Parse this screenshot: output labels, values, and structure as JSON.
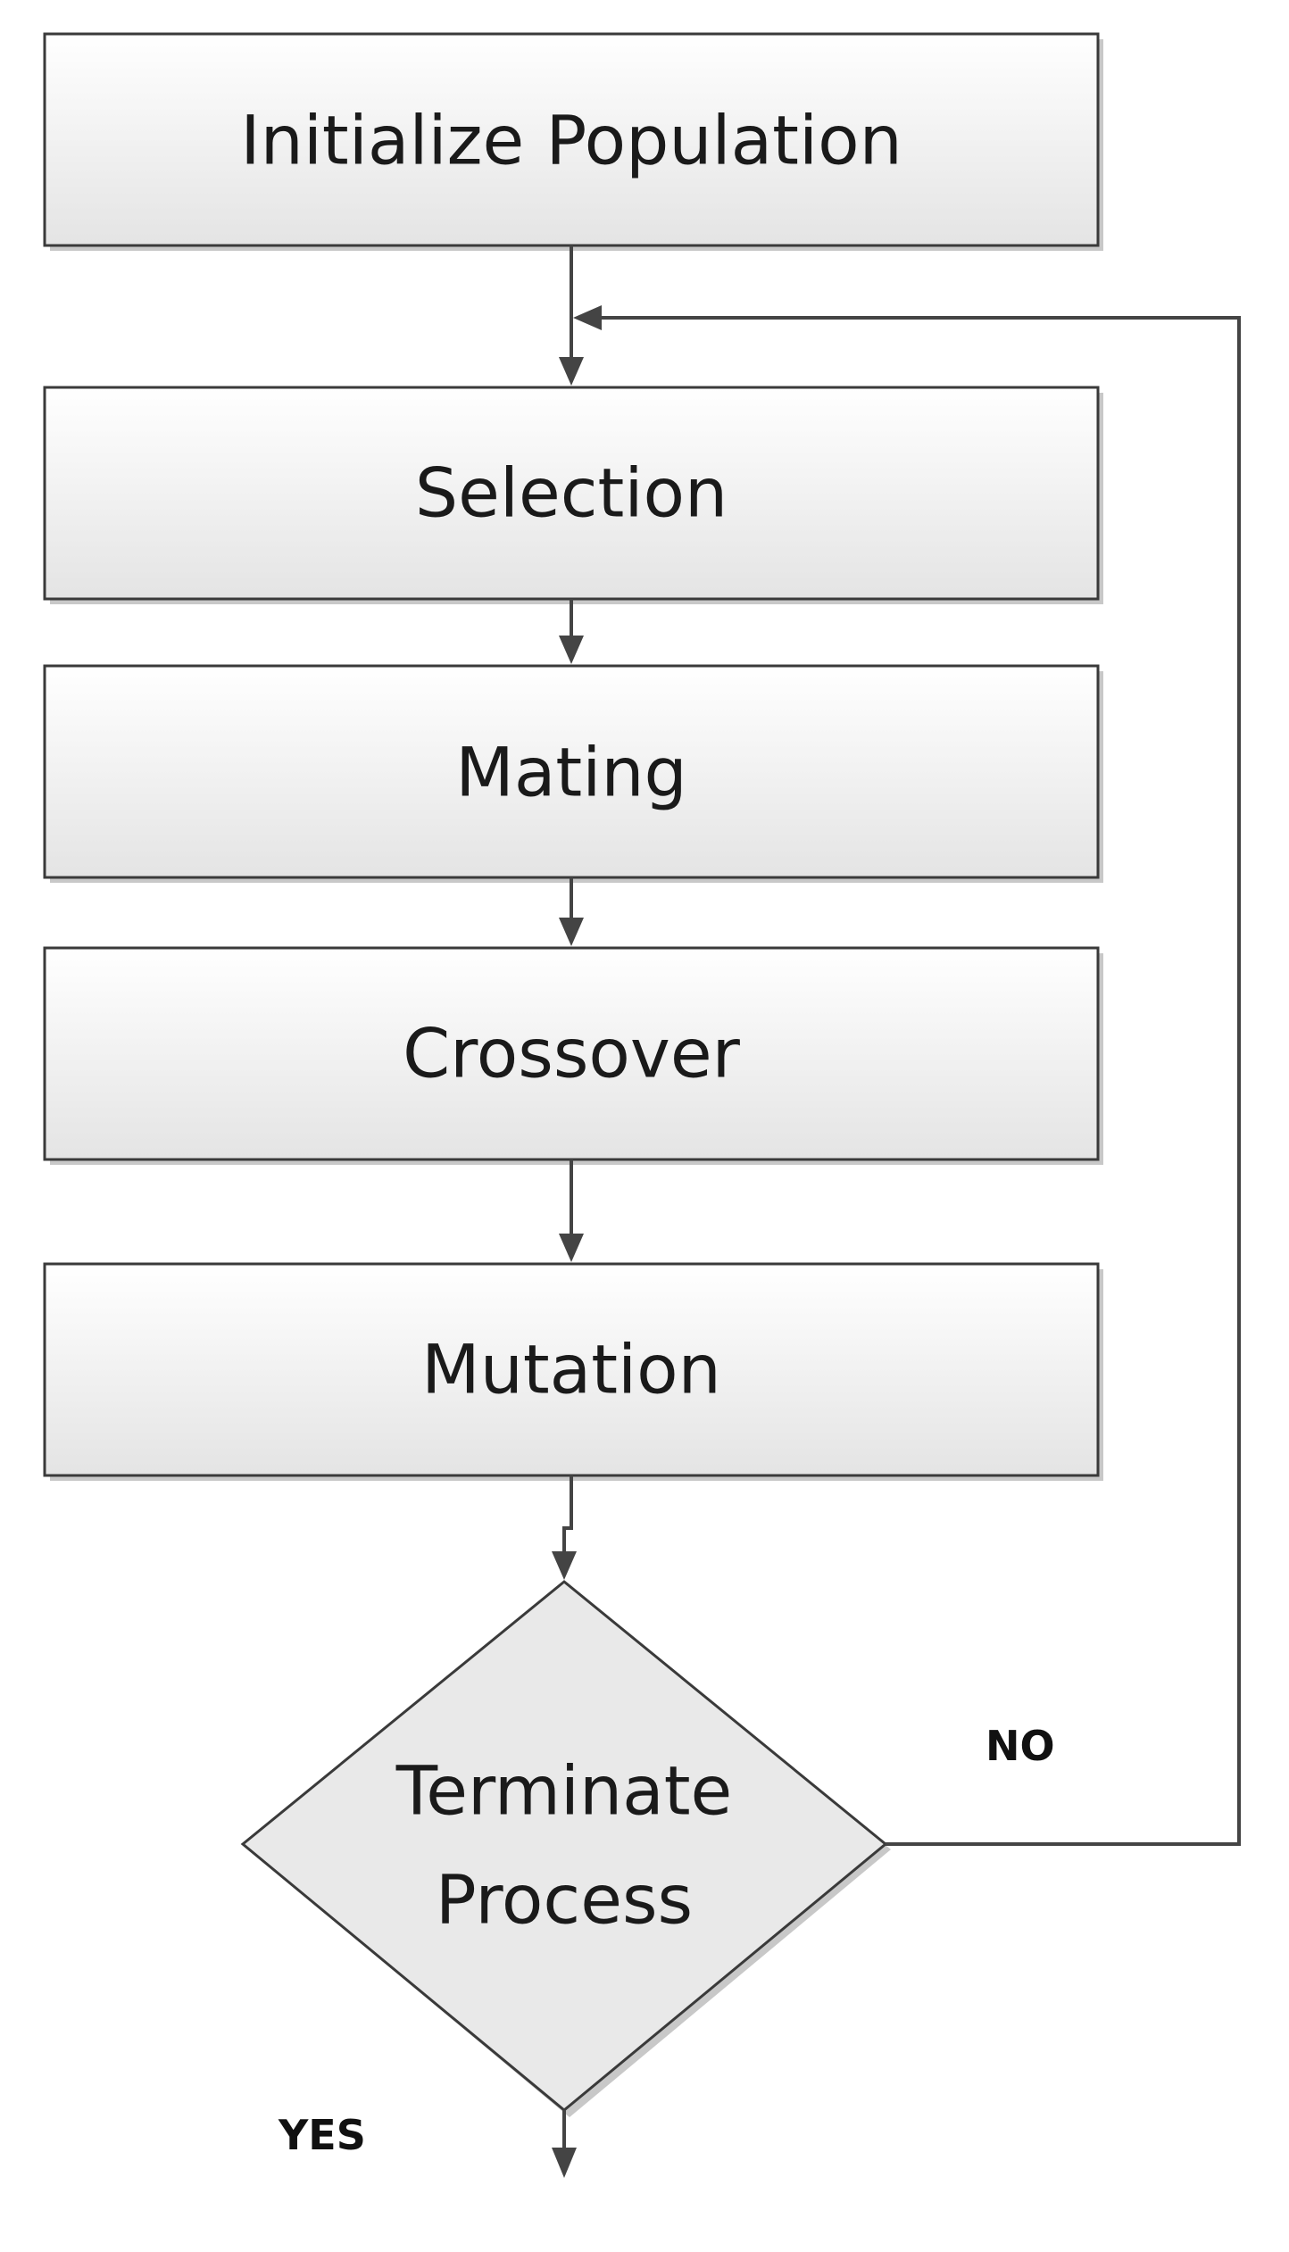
{
  "diagram": {
    "nodes": {
      "initialize": "Initialize Population",
      "selection": "Selection",
      "mating": "Mating",
      "crossover": "Crossover",
      "mutation": "Mutation",
      "terminate_line1": "Terminate",
      "terminate_line2": "Process"
    },
    "edges": {
      "no_label": "NO",
      "yes_label": "YES"
    }
  },
  "colors": {
    "box_top": "#ffffff",
    "box_bottom": "#e4e4e4",
    "stroke": "#3a3a3a",
    "connector": "#444444"
  }
}
